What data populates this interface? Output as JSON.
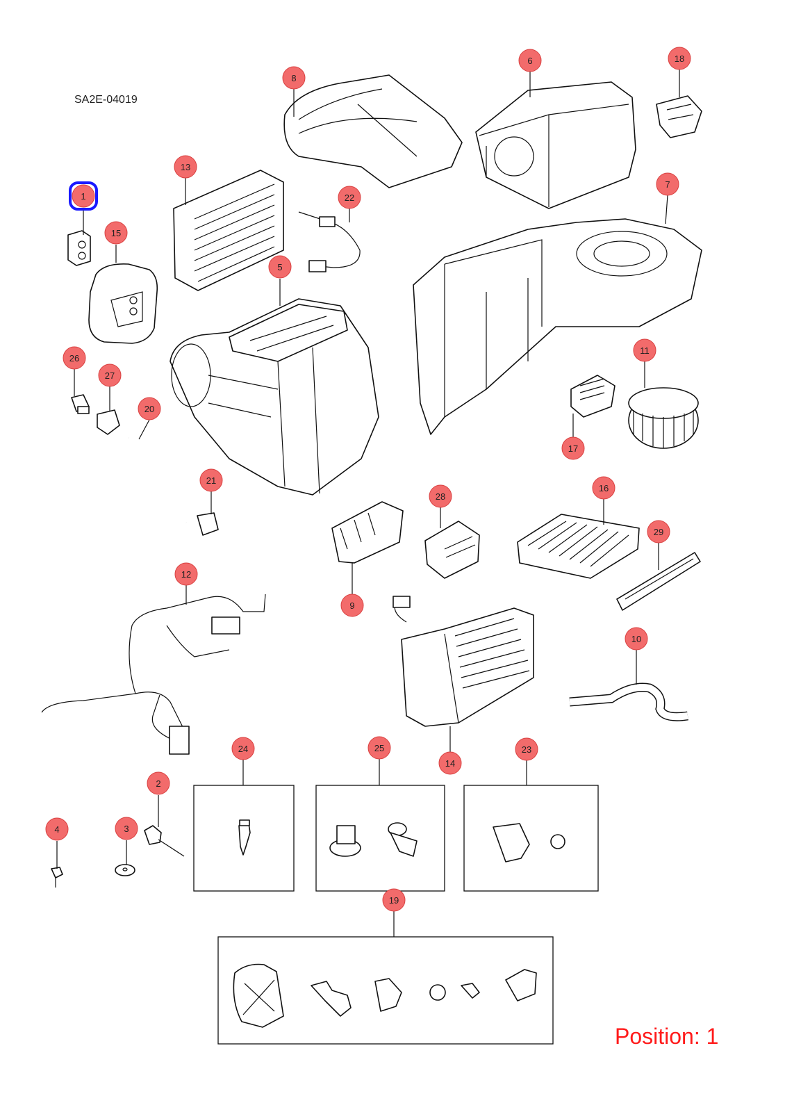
{
  "document": {
    "reference_code": "SA2E-04019",
    "position_label": "Position: 1"
  },
  "colors": {
    "callout_fill": "#f26b6b",
    "callout_stroke": "#d94040",
    "highlight": "#1a1aff",
    "position_text": "#ff1a1a"
  },
  "callouts": [
    {
      "id": "c1",
      "num": "1",
      "highlighted": true
    },
    {
      "id": "c2",
      "num": "2"
    },
    {
      "id": "c3",
      "num": "3"
    },
    {
      "id": "c4",
      "num": "4"
    },
    {
      "id": "c5",
      "num": "5"
    },
    {
      "id": "c6",
      "num": "6"
    },
    {
      "id": "c7",
      "num": "7"
    },
    {
      "id": "c8",
      "num": "8"
    },
    {
      "id": "c9",
      "num": "9"
    },
    {
      "id": "c10",
      "num": "10"
    },
    {
      "id": "c11",
      "num": "11"
    },
    {
      "id": "c12",
      "num": "12"
    },
    {
      "id": "c13",
      "num": "13"
    },
    {
      "id": "c14",
      "num": "14"
    },
    {
      "id": "c15",
      "num": "15"
    },
    {
      "id": "c16",
      "num": "16"
    },
    {
      "id": "c17",
      "num": "17"
    },
    {
      "id": "c18",
      "num": "18"
    },
    {
      "id": "c19",
      "num": "19"
    },
    {
      "id": "c20",
      "num": "20"
    },
    {
      "id": "c21",
      "num": "21"
    },
    {
      "id": "c22",
      "num": "22"
    },
    {
      "id": "c23",
      "num": "23"
    },
    {
      "id": "c24",
      "num": "24"
    },
    {
      "id": "c25",
      "num": "25"
    },
    {
      "id": "c26",
      "num": "26"
    },
    {
      "id": "c27",
      "num": "27"
    },
    {
      "id": "c28",
      "num": "28"
    },
    {
      "id": "c29",
      "num": "29"
    }
  ]
}
